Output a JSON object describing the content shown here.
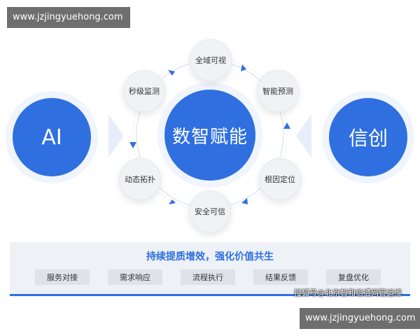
{
  "watermarks": {
    "top": "www.jzjingyuehong.com",
    "bottom": "www.jzjingyuehong.com"
  },
  "diagram": {
    "left_label": "AI",
    "right_label": "信创",
    "center_label": "数智赋能",
    "nodes": [
      "全域可视",
      "智能预测",
      "根因定位",
      "安全可信",
      "动态拓扑",
      "秒级监测"
    ]
  },
  "panel": {
    "slogan": "持续提质增效，强化价值共生",
    "chips": [
      "服务对接",
      "需求响应",
      "流程执行",
      "结果反馈",
      "复盘优化"
    ]
  },
  "credit": "搜狐号@北京智和信通网管运维",
  "colors": {
    "accent": "#2f6fe0",
    "panel_bg": "#eef1f6"
  }
}
